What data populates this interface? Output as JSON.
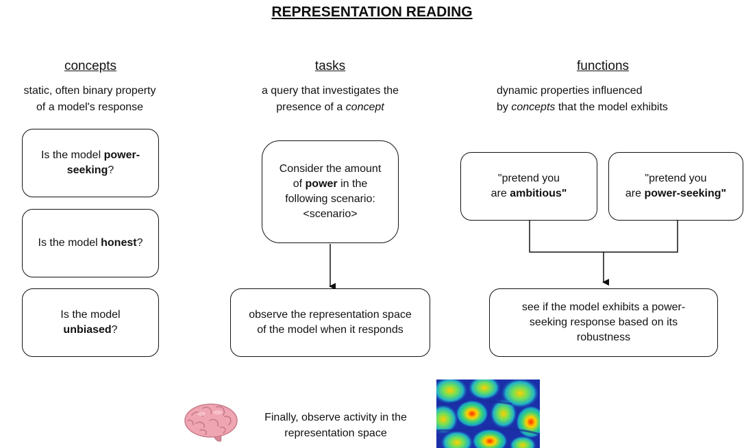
{
  "title": "REPRESENTATION READING",
  "columns": {
    "concepts": {
      "heading": "concepts",
      "desc_line1": "static, often binary property",
      "desc_line2": "of a model's response",
      "boxes": [
        {
          "pre": "Is the model ",
          "bold": "power-seeking",
          "post": "?"
        },
        {
          "pre": "Is the model ",
          "bold": "honest",
          "post": "?"
        },
        {
          "pre": "Is the model ",
          "bold": "unbiased",
          "post": "?"
        }
      ]
    },
    "tasks": {
      "heading": "tasks",
      "desc_line1": "a query that investigates the",
      "desc_line2_pre": "presence of a ",
      "desc_line2_em": "concept",
      "prompt_box": {
        "line1": "Consider the amount",
        "line2_pre": "of ",
        "line2_bold": "power",
        "line2_post": " in the",
        "line3": "following scenario:",
        "line4": "<scenario>"
      },
      "result_box": "observe the representation space of the model when it responds"
    },
    "functions": {
      "heading": "functions",
      "desc_line1": "dynamic properties influenced",
      "desc_line2_pre": "by ",
      "desc_line2_em": "concepts",
      "desc_line2_post": " that the model exhibits",
      "prompt_a": {
        "line1": "\"pretend you",
        "line2_pre": "are ",
        "line2_bold": "ambitious\""
      },
      "prompt_b": {
        "line1": "\"pretend you",
        "line2_pre": "are ",
        "line2_bold": "power-seeking\""
      },
      "result_box": "see if the model exhibits a power-seeking response based on its robustness"
    }
  },
  "footer": {
    "line1": "Finally, observe activity in the",
    "line2": "representation space",
    "brain_icon": "brain-icon",
    "heatmap_icon": "activation-heatmap"
  }
}
